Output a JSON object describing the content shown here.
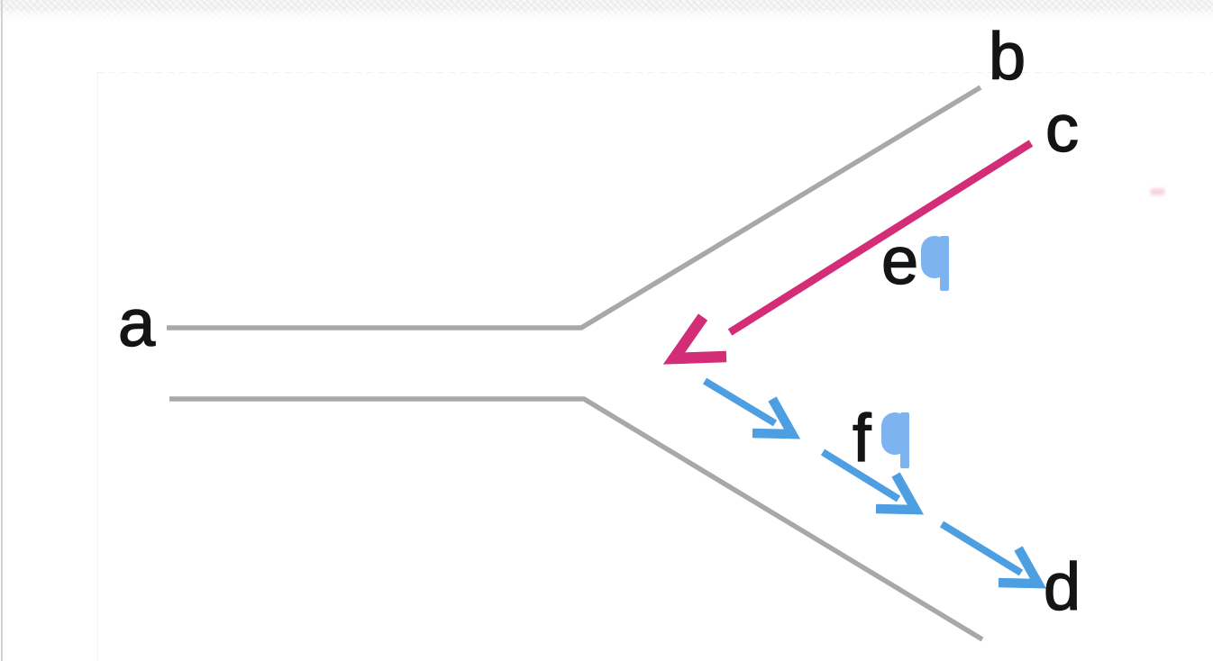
{
  "figure": {
    "description": "replication-fork-style diagram with labeled strands and arrows",
    "labels": {
      "a": "a",
      "b": "b",
      "c": "c",
      "d": "d",
      "e": "e",
      "f": "f",
      "pilcrow": "¶"
    },
    "colors": {
      "label_text": "#141414",
      "gray_line": "#a8a8a8",
      "pink_arrow": "#d22d76",
      "blue_arrow": "#4d9fe2",
      "pilcrow_blue": "#7db4f0"
    }
  }
}
